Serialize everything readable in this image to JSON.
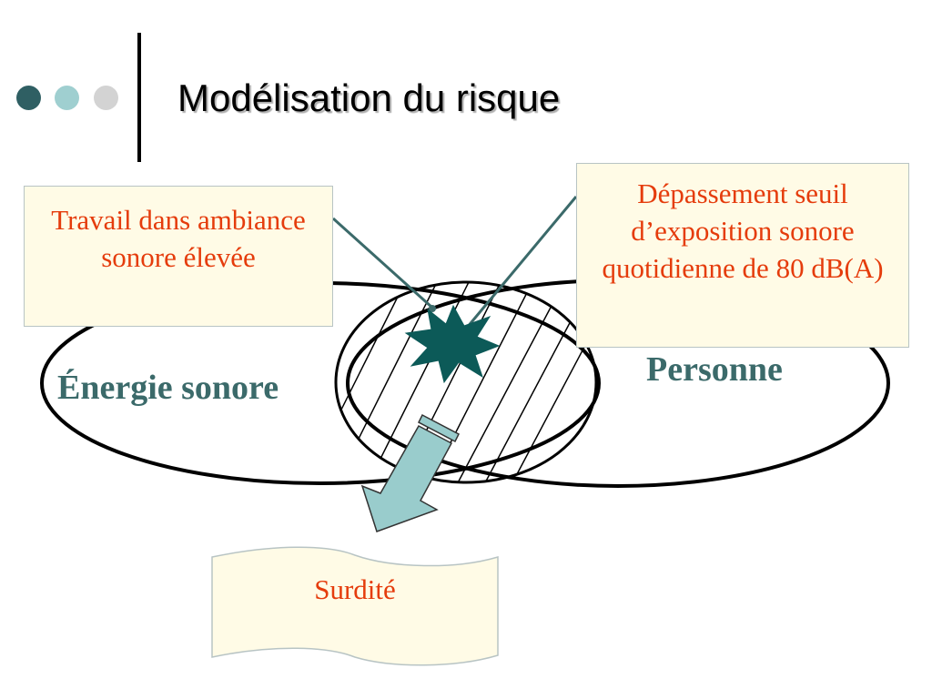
{
  "header": {
    "title": "Modélisation du risque"
  },
  "theme": {
    "dot_colors": [
      "#2f5f63",
      "#9fcfd0",
      "#d3d3d3"
    ],
    "accent_teal": "#0c5a58",
    "label_color": "#3b6a6a",
    "callout_text_color": "#e53c0c",
    "callout_fill": "#fffbe6",
    "arrow_fill": "#99cccc"
  },
  "diagram": {
    "hazard_label": "Énergie sonore",
    "target_label": "Personne",
    "situation_label": "Travail dans ambiance sonore élevée",
    "event_label": "Dépassement seuil d’exposition sonore quotidienne de 80 dB(A)",
    "outcome_label": "Surdité"
  }
}
